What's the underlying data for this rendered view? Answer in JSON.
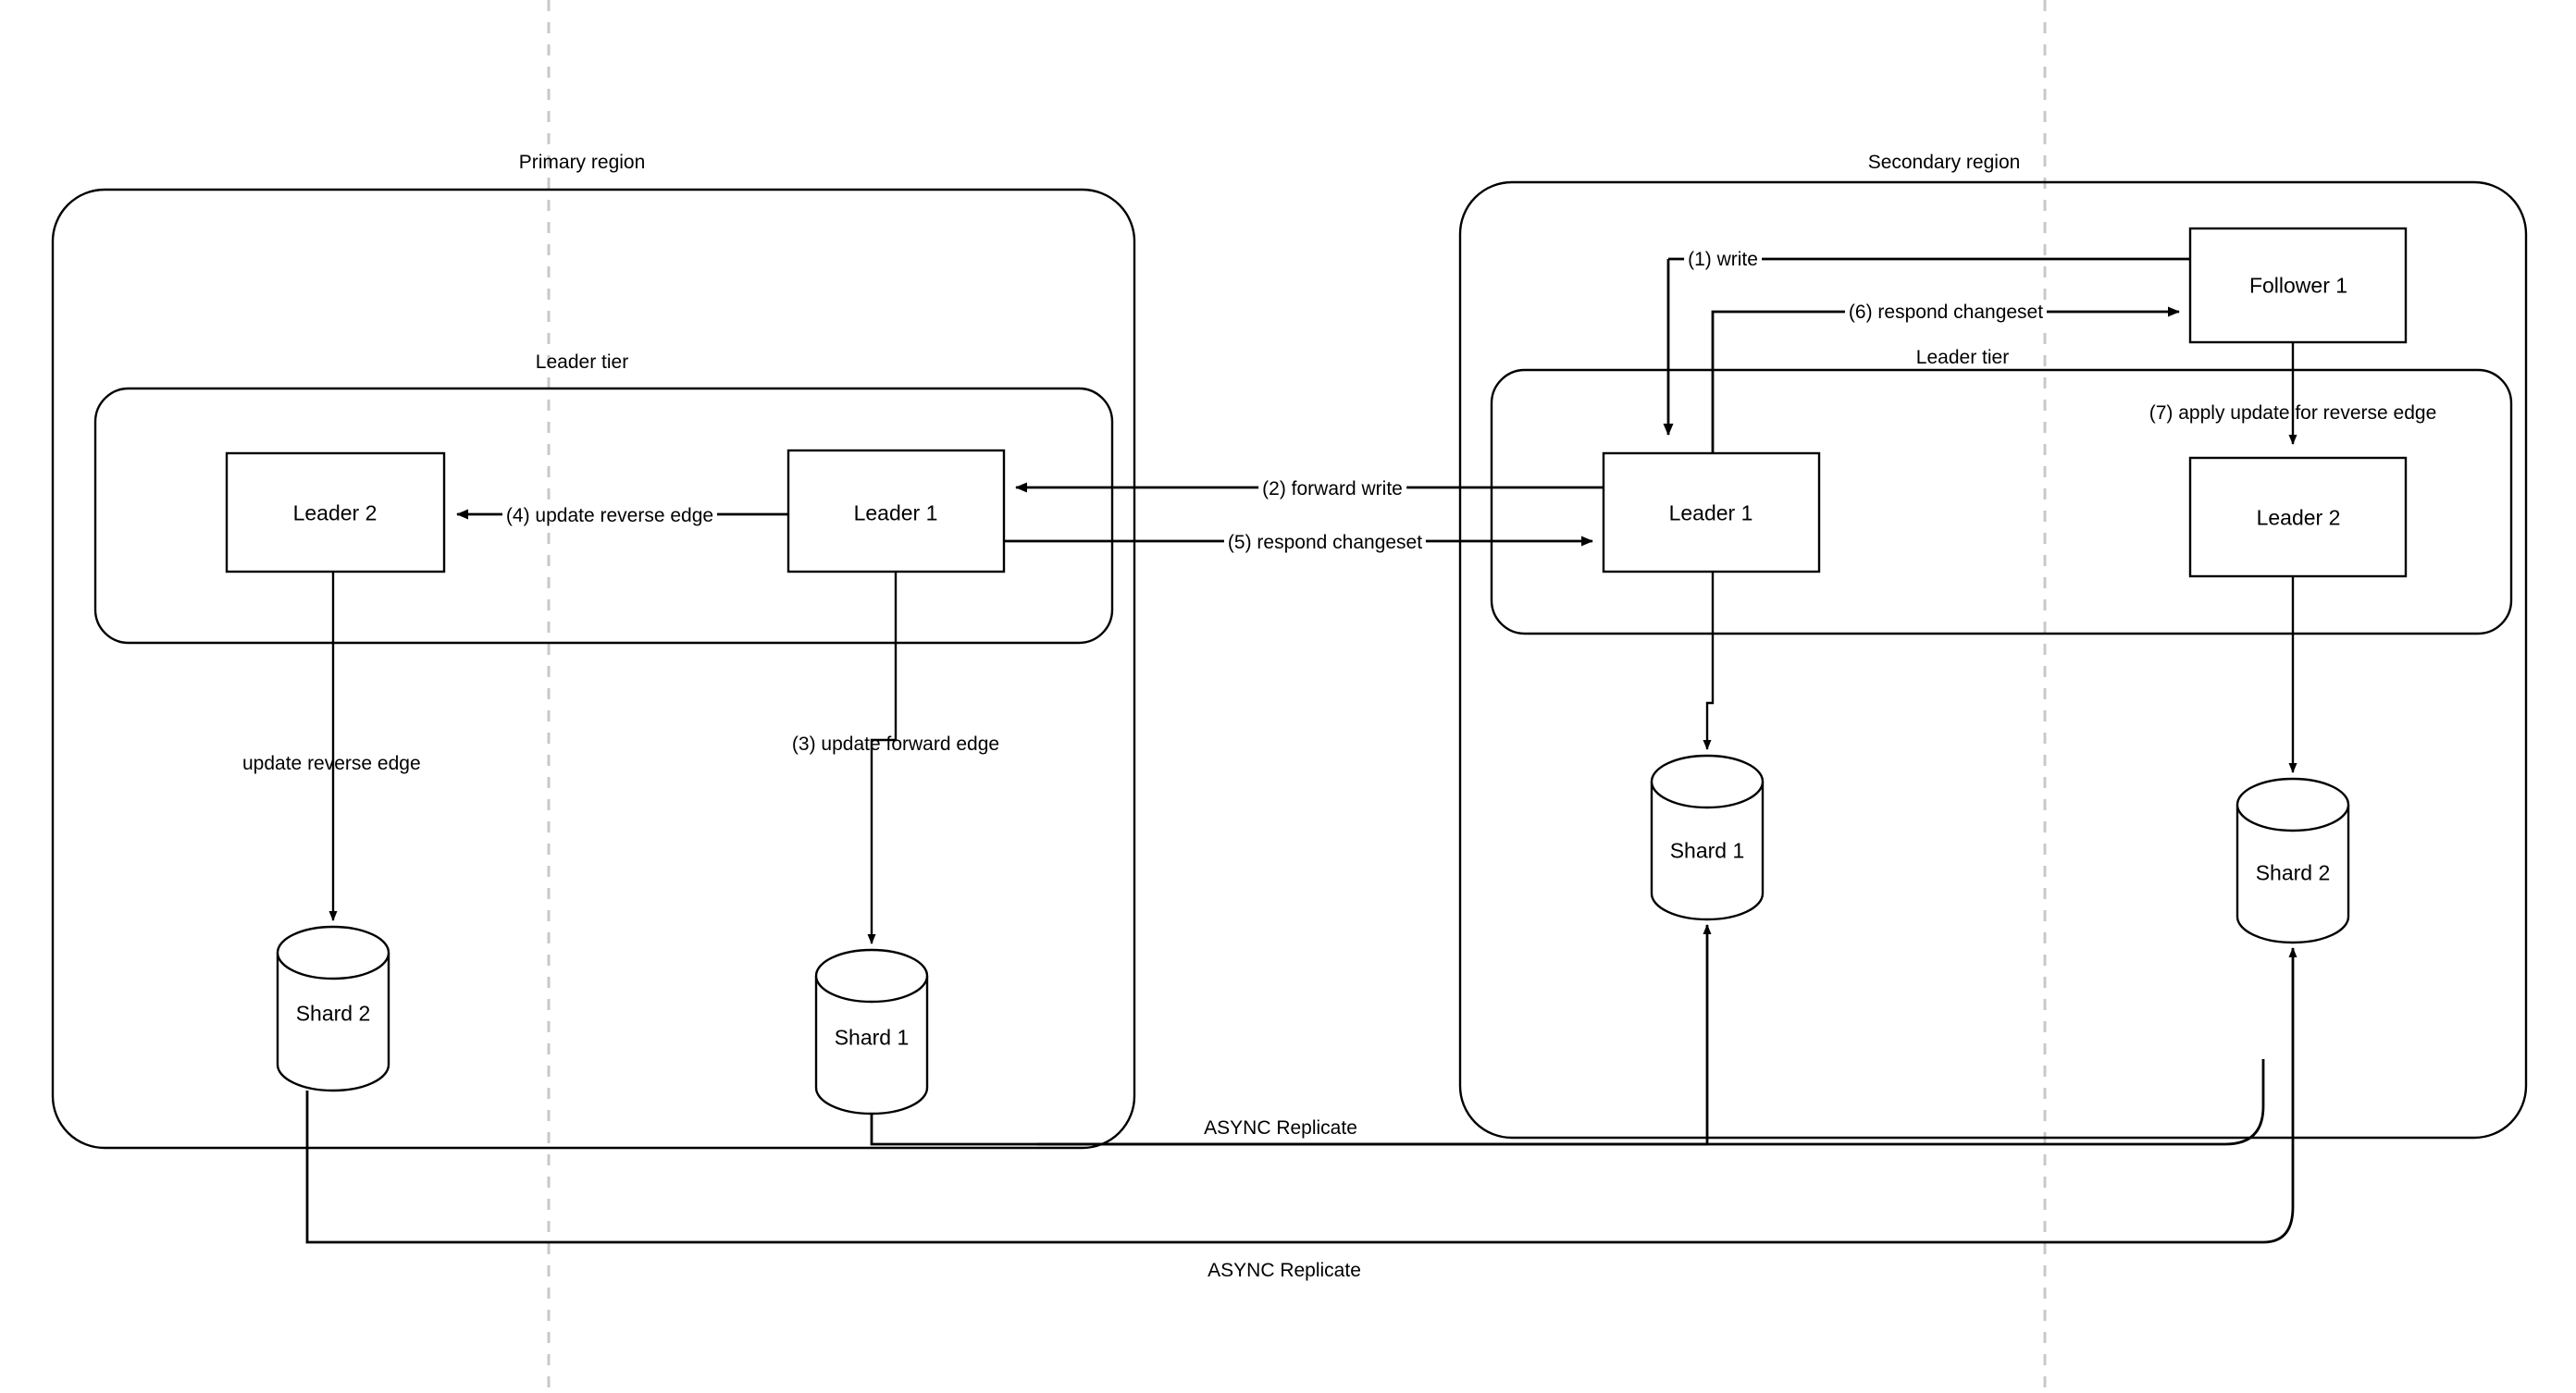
{
  "diagram": {
    "title_hidden": "",
    "colors": {
      "stroke": "#000000",
      "divider": "#c8c8c8",
      "background": "#ffffff"
    },
    "regions": [
      {
        "id": "primary",
        "label": "Primary region"
      },
      {
        "id": "secondary",
        "label": "Secondary region"
      }
    ],
    "tiers": [
      {
        "id": "primary-leader-tier",
        "label": "Leader tier"
      },
      {
        "id": "secondary-leader-tier",
        "label": "Leader tier"
      }
    ],
    "nodes": {
      "primary_leader2": "Leader 2",
      "primary_leader1": "Leader 1",
      "primary_shard2": "Shard 2",
      "primary_shard1": "Shard 1",
      "secondary_follower1": "Follower 1",
      "secondary_leader1": "Leader 1",
      "secondary_leader2": "Leader 2",
      "secondary_shard1": "Shard 1",
      "secondary_shard2": "Shard 2"
    },
    "edges": {
      "write": "(1) write",
      "forward_write": "(2) forward write",
      "update_forward_edge": "(3) update forward edge",
      "update_reverse_edge": "(4) update reverse edge",
      "respond_changeset": "(5) respond changeset",
      "respond_changeset_follower": "(6) respond changeset",
      "apply_update_reverse": "(7) apply update for reverse edge",
      "update_reverse_edge_plain": "update reverse edge",
      "async_replicate_1": "ASYNC Replicate",
      "async_replicate_2": "ASYNC Replicate"
    }
  }
}
